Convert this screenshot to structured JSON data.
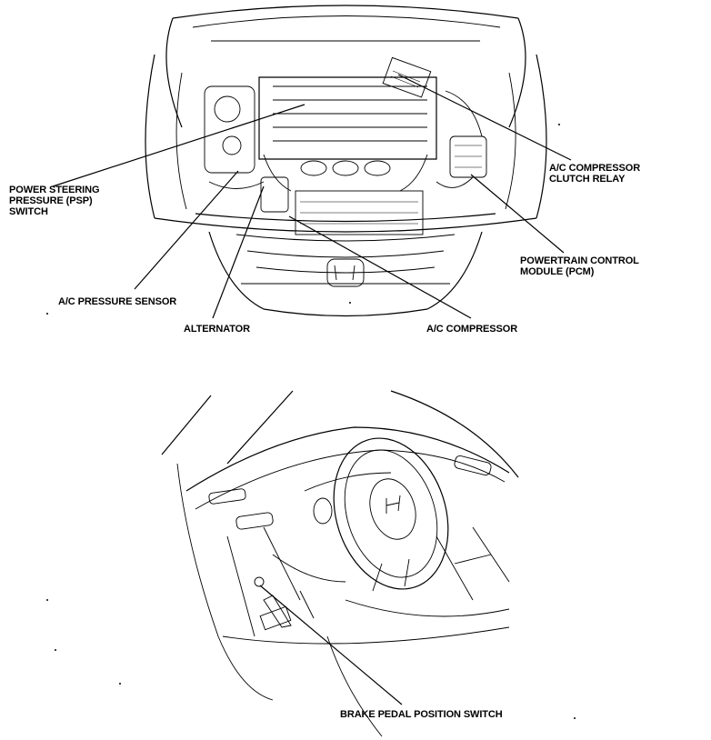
{
  "engine_bay_labels": {
    "psp_switch": "POWER STEERING\nPRESSURE (PSP)\nSWITCH",
    "ac_pressure_sensor": "A/C PRESSURE SENSOR",
    "alternator": "ALTERNATOR",
    "ac_compressor": "A/C COMPRESSOR",
    "ac_compressor_clutch_relay": "A/C COMPRESSOR\nCLUTCH RELAY",
    "pcm": "POWERTRAIN CONTROL\nMODULE (PCM)"
  },
  "interior_labels": {
    "brake_pedal_position_switch": "BRAKE PEDAL POSITION SWITCH"
  }
}
